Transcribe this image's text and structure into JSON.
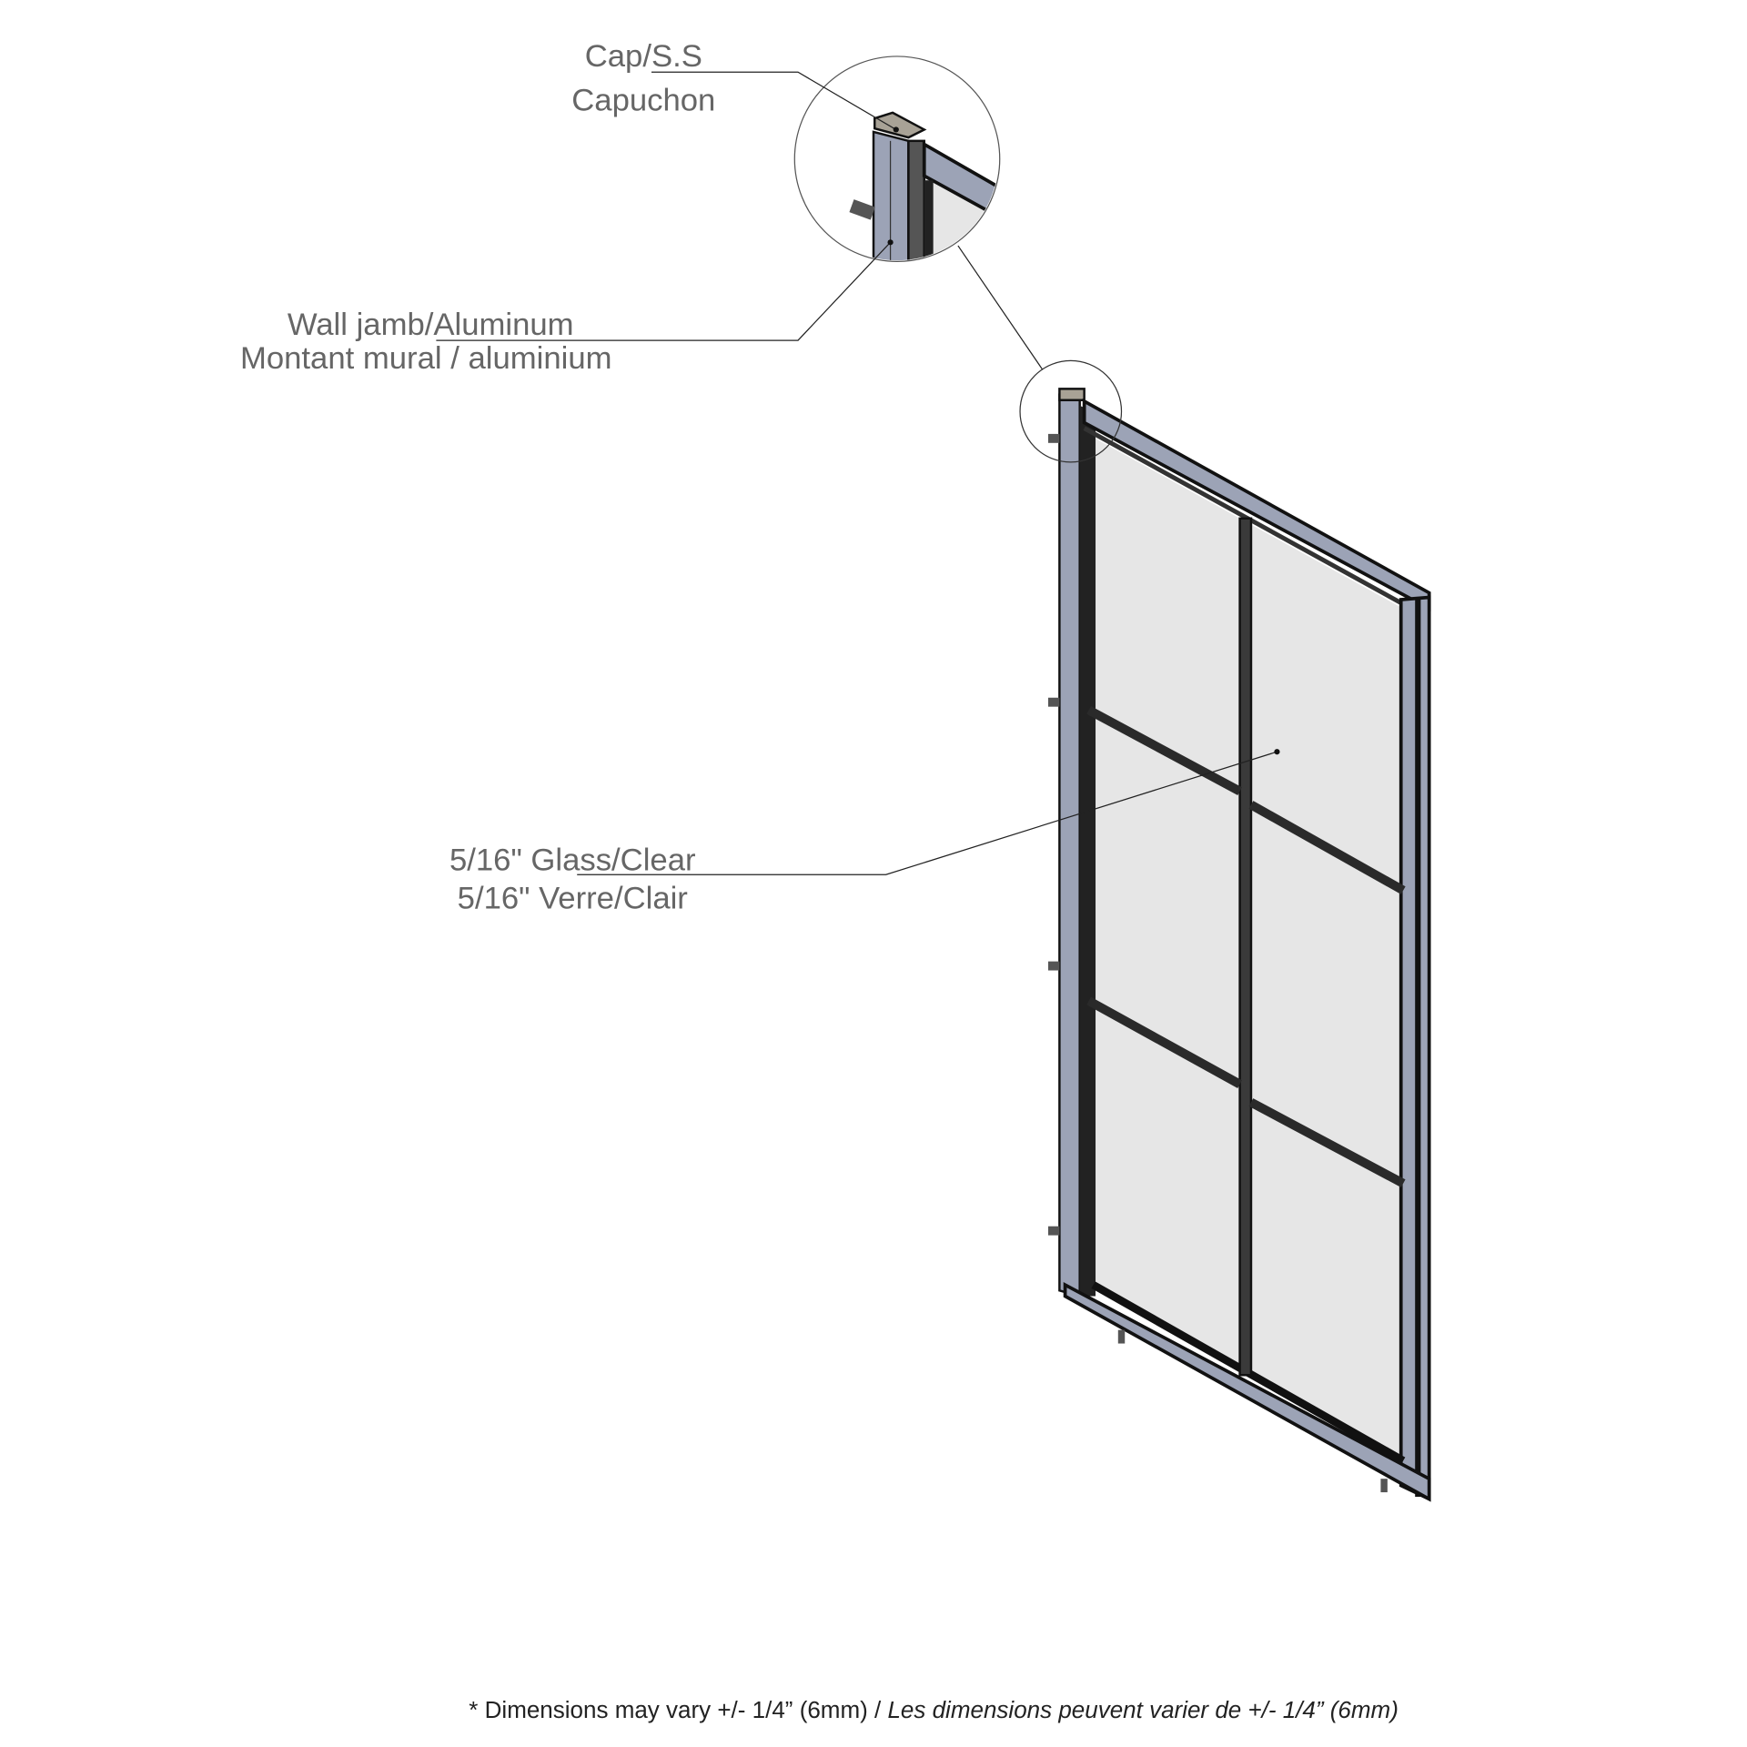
{
  "labels": {
    "cap": {
      "line1": "Cap/S.S",
      "line2": "Capuchon"
    },
    "wall_jamb": {
      "line1": "Wall jamb/Aluminum",
      "line2": "Montant mural / aluminium"
    },
    "glass": {
      "line1": "5/16\" Glass/Clear",
      "line2": "5/16\" Verre/Clair"
    }
  },
  "footnote": {
    "english": "* Dimensions may vary +/- 1/4” (6mm) / ",
    "french": "Les dimensions peuvent varier de +/- 1/4” (6mm)"
  },
  "colors": {
    "aluminum": "#9ca3b6",
    "glass": "#e6e6e6",
    "frame": "#1a1a1a",
    "label": "#666666"
  }
}
